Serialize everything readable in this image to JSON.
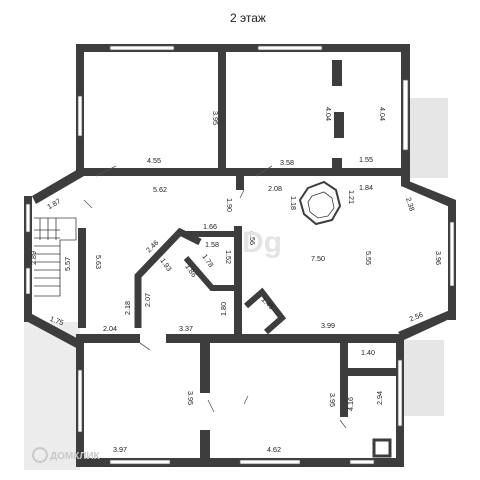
{
  "plan": {
    "title": "2 этаж",
    "watermark": "ДОМКЛИК",
    "watermark_logo": "Dg",
    "colors": {
      "wall": "#3d3d3d",
      "balcony": "#e6e6e6",
      "window": "#ffffff",
      "text": "#222222"
    },
    "dims": [
      {
        "id": "d395a",
        "text": "3.95"
      },
      {
        "id": "d455",
        "text": "4.55"
      },
      {
        "id": "d404a",
        "text": "4.04"
      },
      {
        "id": "d404b",
        "text": "4.04"
      },
      {
        "id": "d358",
        "text": "3.58"
      },
      {
        "id": "d155",
        "text": "1.55"
      },
      {
        "id": "d562",
        "text": "5.62"
      },
      {
        "id": "d208",
        "text": "2.08"
      },
      {
        "id": "d184",
        "text": "1.84"
      },
      {
        "id": "d190",
        "text": "1.90"
      },
      {
        "id": "d118",
        "text": "1.18"
      },
      {
        "id": "d121",
        "text": "1.21"
      },
      {
        "id": "d238",
        "text": "2.38"
      },
      {
        "id": "d187",
        "text": "1.87"
      },
      {
        "id": "d166",
        "text": "1.66"
      },
      {
        "id": "d456",
        "text": "4.56"
      },
      {
        "id": "d158",
        "text": "1.58"
      },
      {
        "id": "d246",
        "text": "2.46"
      },
      {
        "id": "d563",
        "text": "5.63"
      },
      {
        "id": "d289",
        "text": "2.89"
      },
      {
        "id": "d557",
        "text": "5.57"
      },
      {
        "id": "d193",
        "text": "1.93"
      },
      {
        "id": "d186",
        "text": "1.86"
      },
      {
        "id": "d178",
        "text": "1.78"
      },
      {
        "id": "d152",
        "text": "1.52"
      },
      {
        "id": "d750",
        "text": "7.50"
      },
      {
        "id": "d555",
        "text": "5.55"
      },
      {
        "id": "d396",
        "text": "3.96"
      },
      {
        "id": "d207",
        "text": "2.07"
      },
      {
        "id": "d218",
        "text": "2.18"
      },
      {
        "id": "d180",
        "text": "1.80"
      },
      {
        "id": "d145",
        "text": "1.45"
      },
      {
        "id": "d175",
        "text": "1.75"
      },
      {
        "id": "d204",
        "text": "2.04"
      },
      {
        "id": "d337",
        "text": "3.37"
      },
      {
        "id": "d399",
        "text": "3.99"
      },
      {
        "id": "d256",
        "text": "2.56"
      },
      {
        "id": "d140",
        "text": "1.40"
      },
      {
        "id": "d395b",
        "text": "3.95"
      },
      {
        "id": "d395c",
        "text": "3.95"
      },
      {
        "id": "d416",
        "text": "4.16"
      },
      {
        "id": "d294",
        "text": "2.94"
      },
      {
        "id": "d397",
        "text": "3.97"
      },
      {
        "id": "d462",
        "text": "4.62"
      }
    ]
  }
}
